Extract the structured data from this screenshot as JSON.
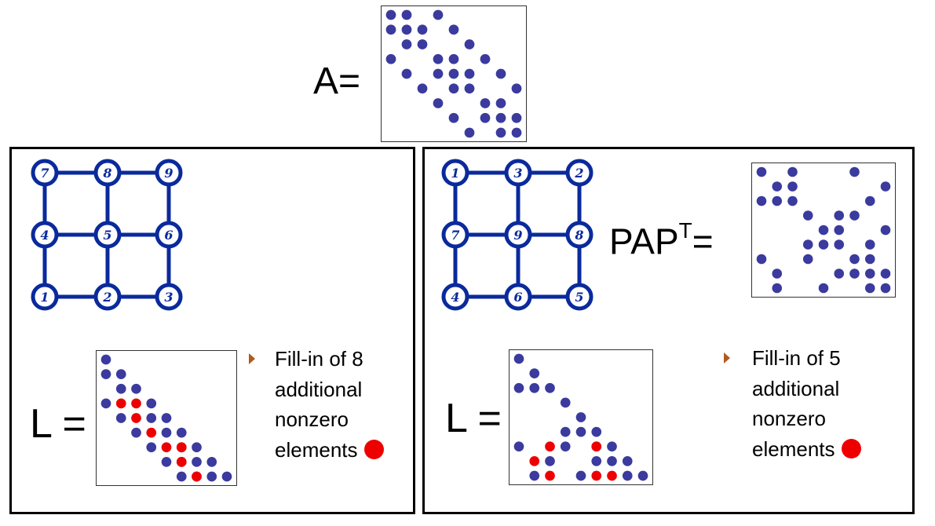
{
  "colors": {
    "nonzero": "#3b3a9e",
    "fill_in": "#ee0000",
    "graph": "#0a2a9c",
    "bullet": "#b05a1e"
  },
  "top": {
    "label": "A="
  },
  "left_panel": {
    "grid_labels": [
      "7",
      "8",
      "9",
      "4",
      "5",
      "6",
      "1",
      "2",
      "3"
    ],
    "l_label": "L =",
    "fill_in_lines": [
      "Fill-in of 8",
      "additional",
      "nonzero",
      "elements"
    ]
  },
  "right_panel": {
    "grid_labels": [
      "1",
      "3",
      "2",
      "7",
      "9",
      "8",
      "4",
      "6",
      "5"
    ],
    "pap_label": "PAP",
    "pap_sup": "T",
    "pap_eq": "=",
    "l_label": "L =",
    "fill_in_lines": [
      "Fill-in of 5",
      "additional",
      "nonzero",
      "elements"
    ]
  },
  "matrices": {
    "A": {
      "size": 9,
      "nonzero": [
        [
          0,
          0
        ],
        [
          0,
          1
        ],
        [
          0,
          3
        ],
        [
          1,
          0
        ],
        [
          1,
          1
        ],
        [
          1,
          2
        ],
        [
          1,
          4
        ],
        [
          2,
          1
        ],
        [
          2,
          2
        ],
        [
          2,
          5
        ],
        [
          3,
          0
        ],
        [
          3,
          3
        ],
        [
          3,
          4
        ],
        [
          3,
          6
        ],
        [
          4,
          1
        ],
        [
          4,
          3
        ],
        [
          4,
          4
        ],
        [
          4,
          5
        ],
        [
          4,
          7
        ],
        [
          5,
          2
        ],
        [
          5,
          4
        ],
        [
          5,
          5
        ],
        [
          5,
          8
        ],
        [
          6,
          3
        ],
        [
          6,
          6
        ],
        [
          6,
          7
        ],
        [
          7,
          4
        ],
        [
          7,
          6
        ],
        [
          7,
          7
        ],
        [
          7,
          8
        ],
        [
          8,
          5
        ],
        [
          8,
          7
        ],
        [
          8,
          8
        ]
      ]
    },
    "PAPT": {
      "size": 9,
      "nonzero": [
        [
          0,
          0
        ],
        [
          0,
          2
        ],
        [
          0,
          6
        ],
        [
          1,
          1
        ],
        [
          1,
          2
        ],
        [
          1,
          8
        ],
        [
          2,
          0
        ],
        [
          2,
          1
        ],
        [
          2,
          2
        ],
        [
          2,
          7
        ],
        [
          3,
          3
        ],
        [
          3,
          5
        ],
        [
          3,
          6
        ],
        [
          4,
          4
        ],
        [
          4,
          5
        ],
        [
          4,
          8
        ],
        [
          5,
          3
        ],
        [
          5,
          4
        ],
        [
          5,
          5
        ],
        [
          5,
          7
        ],
        [
          6,
          0
        ],
        [
          6,
          3
        ],
        [
          6,
          6
        ],
        [
          6,
          7
        ],
        [
          7,
          1
        ],
        [
          7,
          5
        ],
        [
          7,
          6
        ],
        [
          7,
          7
        ],
        [
          7,
          8
        ],
        [
          8,
          1
        ],
        [
          8,
          4
        ],
        [
          8,
          7
        ],
        [
          8,
          8
        ]
      ]
    },
    "L_left": {
      "size": 9,
      "nonzero": [
        [
          0,
          0
        ],
        [
          1,
          0
        ],
        [
          1,
          1
        ],
        [
          2,
          1
        ],
        [
          2,
          2
        ],
        [
          3,
          0
        ],
        [
          3,
          3
        ],
        [
          4,
          1
        ],
        [
          4,
          3
        ],
        [
          4,
          4
        ],
        [
          5,
          2
        ],
        [
          5,
          4
        ],
        [
          5,
          5
        ],
        [
          6,
          3
        ],
        [
          6,
          5
        ],
        [
          6,
          6
        ],
        [
          7,
          4
        ],
        [
          7,
          5
        ],
        [
          7,
          6
        ],
        [
          7,
          7
        ],
        [
          8,
          5
        ],
        [
          8,
          6
        ],
        [
          8,
          7
        ],
        [
          8,
          8
        ]
      ],
      "fill_in": [
        [
          3,
          1
        ],
        [
          3,
          2
        ],
        [
          4,
          2
        ],
        [
          5,
          3
        ],
        [
          6,
          4
        ],
        [
          6,
          5
        ],
        [
          7,
          5
        ],
        [
          8,
          6
        ]
      ]
    },
    "L_right": {
      "size": 9,
      "nonzero": [
        [
          0,
          0
        ],
        [
          1,
          1
        ],
        [
          2,
          0
        ],
        [
          2,
          1
        ],
        [
          2,
          2
        ],
        [
          3,
          3
        ],
        [
          4,
          4
        ],
        [
          5,
          3
        ],
        [
          5,
          4
        ],
        [
          5,
          5
        ],
        [
          6,
          0
        ],
        [
          6,
          3
        ],
        [
          6,
          5
        ],
        [
          6,
          6
        ],
        [
          7,
          2
        ],
        [
          7,
          5
        ],
        [
          7,
          6
        ],
        [
          7,
          7
        ],
        [
          8,
          1
        ],
        [
          8,
          4
        ],
        [
          8,
          7
        ],
        [
          8,
          8
        ]
      ],
      "fill_in": [
        [
          6,
          2
        ],
        [
          6,
          5
        ],
        [
          7,
          1
        ],
        [
          8,
          2
        ],
        [
          8,
          5
        ],
        [
          8,
          6
        ]
      ]
    }
  }
}
